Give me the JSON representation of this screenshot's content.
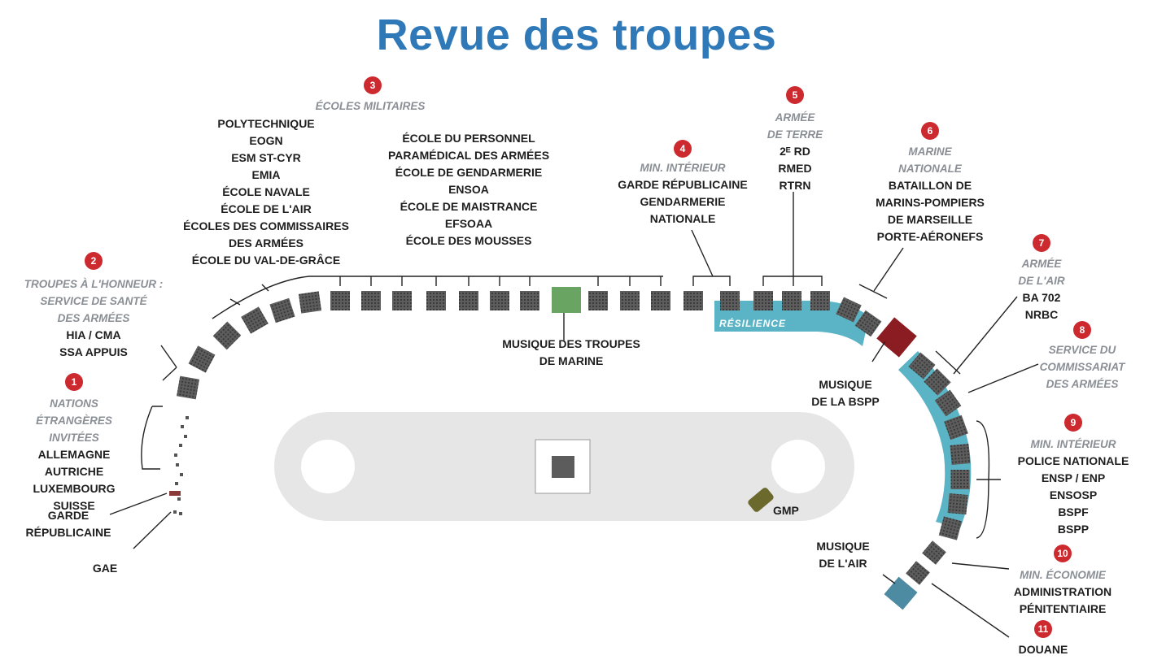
{
  "title": "Revue des troupes",
  "colors": {
    "title": "#2f79b8",
    "badge": "#cc2a2f",
    "resilience_band": "#5ab4c5",
    "music_marine": "#6aa463",
    "music_bspp": "#8b1d22",
    "music_air": "#4d8ba3",
    "track": "#e6e6e6"
  },
  "resilience_label_top": "RÉSILIENCE",
  "resilience_label_right": "RÉSILIENCE",
  "groups": [
    {
      "badge": "1",
      "heading": [
        "NATIONS",
        "ÉTRANGÈRES",
        "INVITÉES"
      ],
      "items": [
        "ALLEMAGNE",
        "AUTRICHE",
        "LUXEMBOURG",
        "SUISSE"
      ]
    },
    {
      "badge": "2",
      "heading": [
        "TROUPES À L'HONNEUR :",
        "SERVICE DE SANTÉ",
        "DES ARMÉES"
      ],
      "items": [
        "HIA / CMA",
        "SSA APPUIS"
      ]
    },
    {
      "badge": "3",
      "heading": [
        "ÉCOLES MILITAIRES"
      ],
      "items": [
        "POLYTECHNIQUE",
        "EOGN",
        "ESM ST-CYR",
        "EMIA",
        "ÉCOLE NAVALE",
        "ÉCOLE DE L'AIR",
        "ÉCOLES DES COMMISSAIRES",
        "DES ARMÉES",
        "ÉCOLE DU VAL-DE-GRÂCE"
      ],
      "items2": [
        "ÉCOLE DU PERSONNEL",
        "PARAMÉDICAL DES ARMÉES",
        "ÉCOLE DE GENDARMERIE",
        "ENSOA",
        "ÉCOLE DE MAISTRANCE",
        "EFSOAA",
        "ÉCOLE DES MOUSSES"
      ]
    },
    {
      "badge": "4",
      "heading": [
        "MIN. INTÉRIEUR"
      ],
      "items": [
        "GARDE RÉPUBLICAINE",
        "GENDARMERIE",
        "NATIONALE"
      ]
    },
    {
      "badge": "5",
      "heading": [
        "ARMÉE",
        "DE TERRE"
      ],
      "items": [
        "2ᴱ RD",
        "RMED",
        "RTRN"
      ]
    },
    {
      "badge": "6",
      "heading": [
        "MARINE",
        "NATIONALE"
      ],
      "items": [
        "BATAILLON DE",
        "MARINS-POMPIERS",
        "DE MARSEILLE",
        "PORTE-AÉRONEFS"
      ]
    },
    {
      "badge": "7",
      "heading": [
        "ARMÉE",
        "DE L'AIR"
      ],
      "items": [
        "BA 702",
        "NRBC"
      ]
    },
    {
      "badge": "8",
      "heading": [
        "SERVICE DU",
        "COMMISSARIAT",
        "DES ARMÉES"
      ],
      "items": []
    },
    {
      "badge": "9",
      "heading": [
        "MIN. INTÉRIEUR"
      ],
      "items": [
        "POLICE NATIONALE",
        "ENSP / ENP",
        "ENSOSP",
        "BSPF",
        "BSPP"
      ]
    },
    {
      "badge": "10",
      "heading": [
        "MIN. ÉCONOMIE"
      ],
      "items": [
        "ADMINISTRATION",
        "PÉNITENTIAIRE"
      ]
    },
    {
      "badge": "11",
      "heading": [],
      "items": [
        "DOUANE"
      ]
    }
  ],
  "others": {
    "garde": [
      "GARDE",
      "RÉPUBLICAINE"
    ],
    "gae": "GAE",
    "music_marine": [
      "MUSIQUE DES TROUPES",
      "DE MARINE"
    ],
    "music_bspp": [
      "MUSIQUE",
      "DE LA BSPP"
    ],
    "music_air": [
      "MUSIQUE",
      "DE L'AIR"
    ],
    "gmp": "GMP"
  }
}
